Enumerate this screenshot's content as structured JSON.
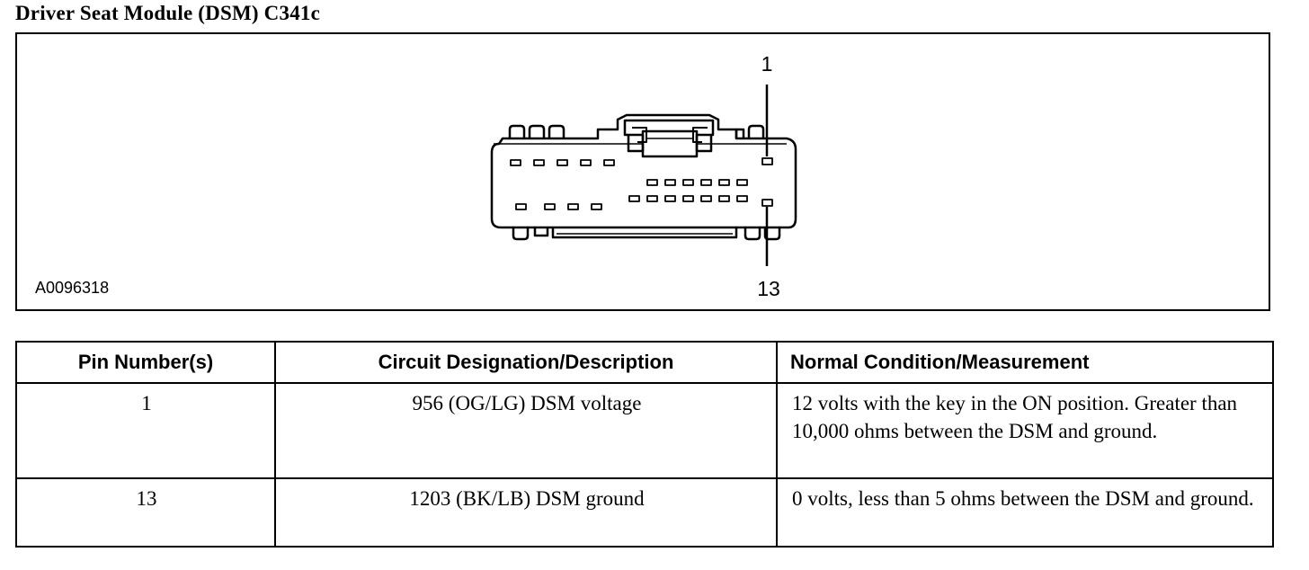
{
  "title": "Driver Seat Module (DSM) C341c",
  "diagram": {
    "figure_id": "A0096318",
    "pin_label_top": "1",
    "pin_label_bottom": "13"
  },
  "table": {
    "headers": [
      "Pin Number(s)",
      "Circuit Designation/Description",
      "Normal Condition/Measurement"
    ],
    "rows": [
      {
        "pin": "1",
        "circuit": "956 (OG/LG) DSM voltage",
        "condition": "12 volts with the key in the ON position. Greater than 10,000 ohms between the DSM and ground."
      },
      {
        "pin": "13",
        "circuit": "1203 (BK/LB) DSM ground",
        "condition": "0 volts, less than 5 ohms between the DSM and ground."
      }
    ]
  }
}
